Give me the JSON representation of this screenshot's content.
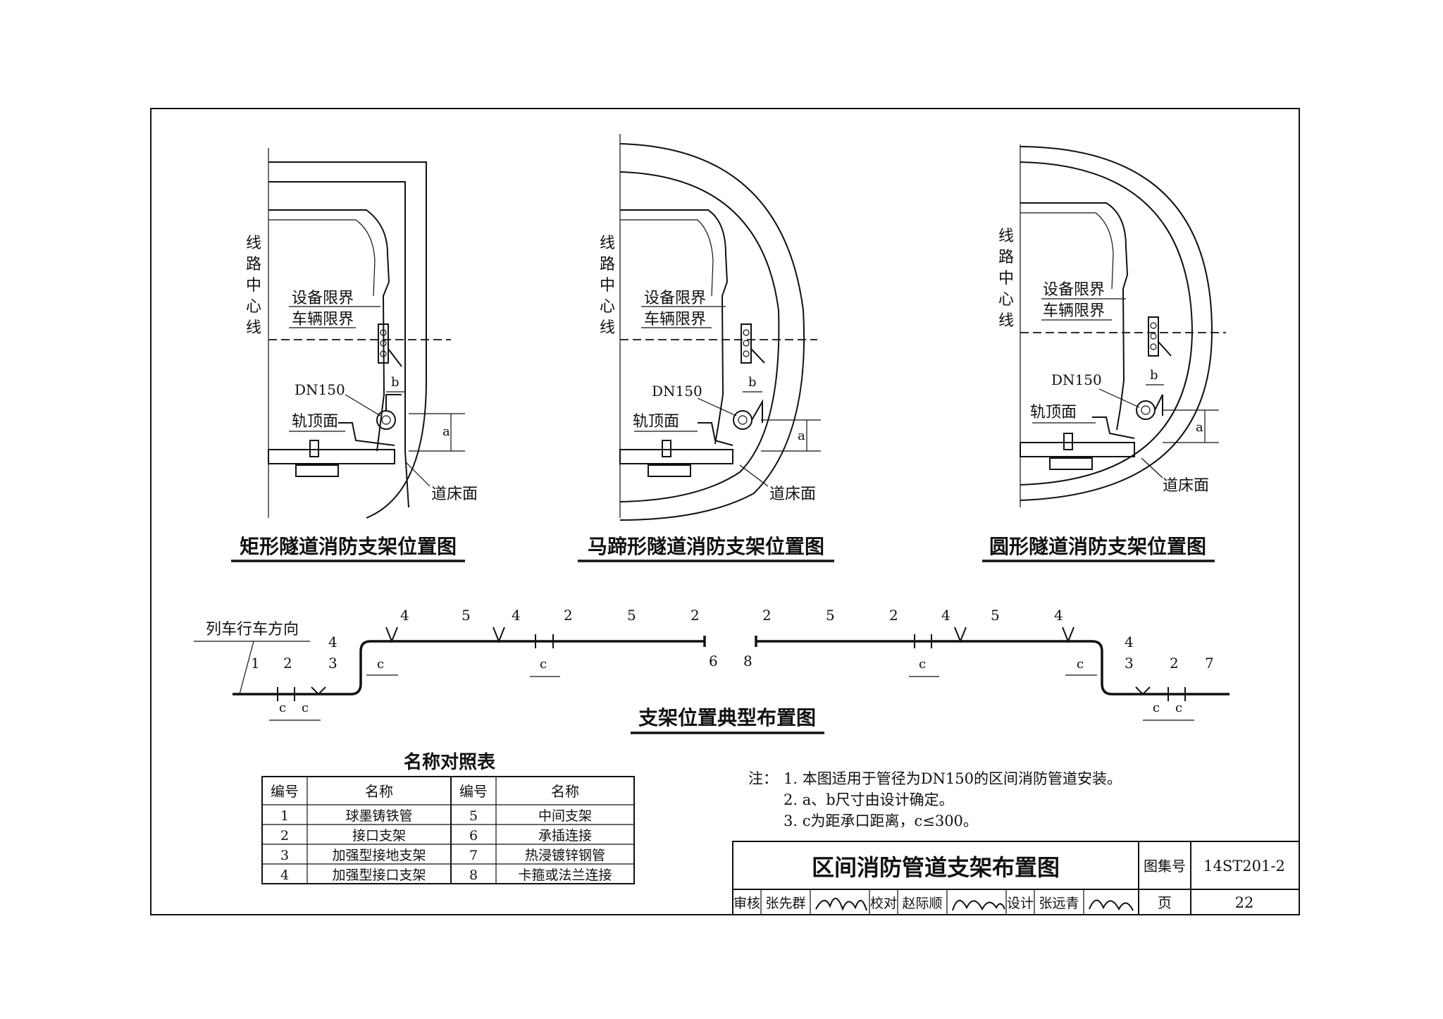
{
  "diagrams": {
    "rect": {
      "title": "矩形隧道消防支架位置图",
      "center_line": [
        "线",
        "路",
        "中",
        "心",
        "线"
      ],
      "equip_limit": "设备限界",
      "vehicle_limit": "车辆限界",
      "pipe": "DN150",
      "rail_top": "轨顶面",
      "bed": "道床面",
      "dim_a": "a",
      "dim_b": "b"
    },
    "horseshoe": {
      "title": "马蹄形隧道消防支架位置图",
      "center_line": [
        "线",
        "路",
        "中",
        "心",
        "线"
      ],
      "equip_limit": "设备限界",
      "vehicle_limit": "车辆限界",
      "pipe": "DN150",
      "rail_top": "轨顶面",
      "bed": "道床面",
      "dim_a": "a",
      "dim_b": "b"
    },
    "circle": {
      "title": "圆形隧道消防支架位置图",
      "center_line": [
        "线",
        "路",
        "中",
        "心",
        "线"
      ],
      "equip_limit": "设备限界",
      "vehicle_limit": "车辆限界",
      "pipe": "DN150",
      "rail_top": "轨顶面",
      "bed": "道床面",
      "dim_a": "a",
      "dim_b": "b"
    }
  },
  "layout": {
    "title": "支架位置典型布置图",
    "direction": "列车行车方向",
    "dim_c": "c",
    "left_numbers": [
      "1",
      "2",
      "3",
      "4",
      "4",
      "5",
      "4",
      "2",
      "5",
      "2",
      "6"
    ],
    "right_numbers": [
      "8",
      "2",
      "5",
      "2",
      "4",
      "5",
      "4",
      "4",
      "3",
      "2",
      "7"
    ]
  },
  "legend": {
    "title": "名称对照表",
    "headers": [
      "编号",
      "名称",
      "编号",
      "名称"
    ],
    "rows": [
      [
        "1",
        "球墨铸铁管",
        "5",
        "中间支架"
      ],
      [
        "2",
        "接口支架",
        "6",
        "承插连接"
      ],
      [
        "3",
        "加强型接地支架",
        "7",
        "热浸镀锌钢管"
      ],
      [
        "4",
        "加强型接口支架",
        "8",
        "卡箍或法兰连接"
      ]
    ]
  },
  "notes": {
    "prefix": "注：",
    "items": [
      "1. 本图适用于管径为DN150的区间消防管道安装。",
      "2. a、b尺寸由设计确定。",
      "3. c为距承口距离，c≤300。"
    ]
  },
  "title_block": {
    "title": "区间消防管道支架布置图",
    "atlas_label": "图集号",
    "atlas_no": "14ST201-2",
    "page_label": "页",
    "page_no": "22",
    "review_label": "审核",
    "reviewer": "张先群",
    "check_label": "校对",
    "checker": "赵际顺",
    "design_label": "设计",
    "designer": "张远青"
  }
}
